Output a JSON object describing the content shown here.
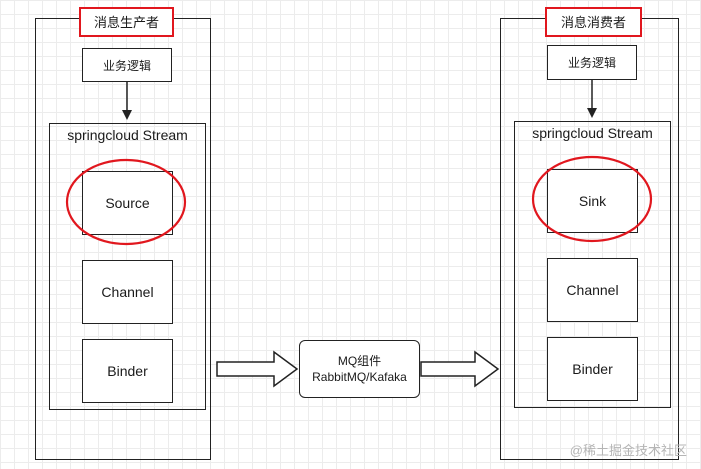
{
  "producer": {
    "title": "消息生产者",
    "logic": "业务逻辑",
    "stream_label": "springcloud Stream",
    "components": [
      "Source",
      "Channel",
      "Binder"
    ]
  },
  "consumer": {
    "title": "消息消费者",
    "logic": "业务逻辑",
    "stream_label": "springcloud Stream",
    "components": [
      "Sink",
      "Channel",
      "Binder"
    ]
  },
  "middleware": {
    "line1": "MQ组件",
    "line2": "RabbitMQ/Kafaka"
  },
  "watermark": "@稀土掘金技术社区",
  "colors": {
    "highlight": "#e1171e",
    "line": "#222222",
    "grid": "#ececec"
  }
}
